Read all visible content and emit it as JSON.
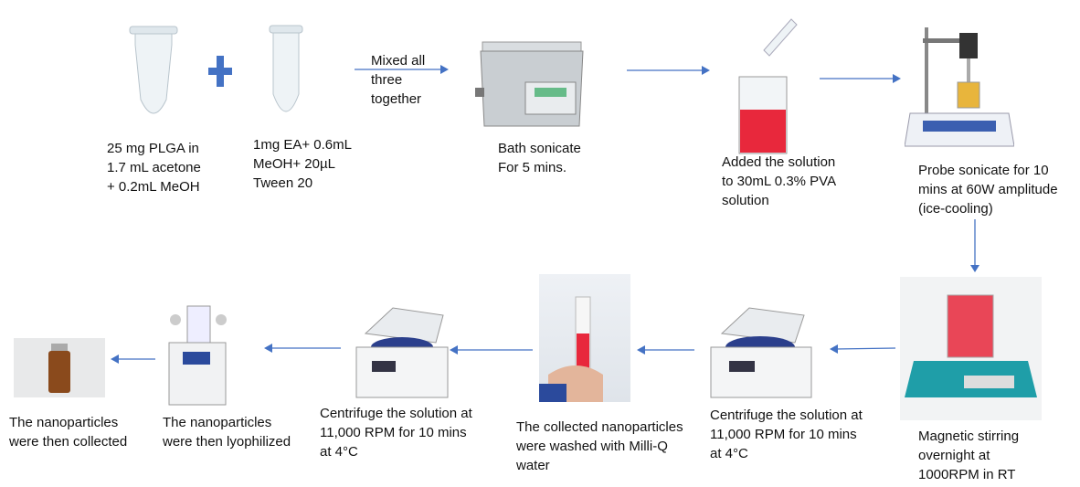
{
  "colors": {
    "arrow": "#4472C4",
    "plus": "#4472C4",
    "solution": "#e8283c"
  },
  "steps": [
    {
      "id": "plga",
      "label": "25 mg PLGA in\n1.7 mL acetone\n+ 0.2mL MeOH"
    },
    {
      "id": "ea",
      "label": "1mg EA+ 0.6mL\nMeOH+ 20µL\nTween 20"
    },
    {
      "id": "mix",
      "label": "Mixed all\nthree\ntogether"
    },
    {
      "id": "bath",
      "label": "Bath sonicate\nFor 5 mins."
    },
    {
      "id": "pva",
      "label": "Added the solution\nto 30mL 0.3% PVA\nsolution"
    },
    {
      "id": "probe",
      "label": "Probe sonicate for 10\nmins at 60W amplitude\n(ice-cooling)"
    },
    {
      "id": "stir",
      "label": "Magnetic stirring\novernight at\n1000RPM in RT"
    },
    {
      "id": "centrifuge1",
      "label": "Centrifuge the solution at\n11,000 RPM for 10 mins\nat 4°C"
    },
    {
      "id": "wash",
      "label": "The collected nanoparticles\nwere washed with Milli-Q\nwater"
    },
    {
      "id": "centrifuge2",
      "label": "Centrifuge the solution at\n11,000 RPM for 10 mins\nat 4°C"
    },
    {
      "id": "lyo",
      "label": "The nanoparticles\nwere then lyophilized"
    },
    {
      "id": "collect",
      "label": "The nanoparticles\nwere then collected"
    }
  ]
}
